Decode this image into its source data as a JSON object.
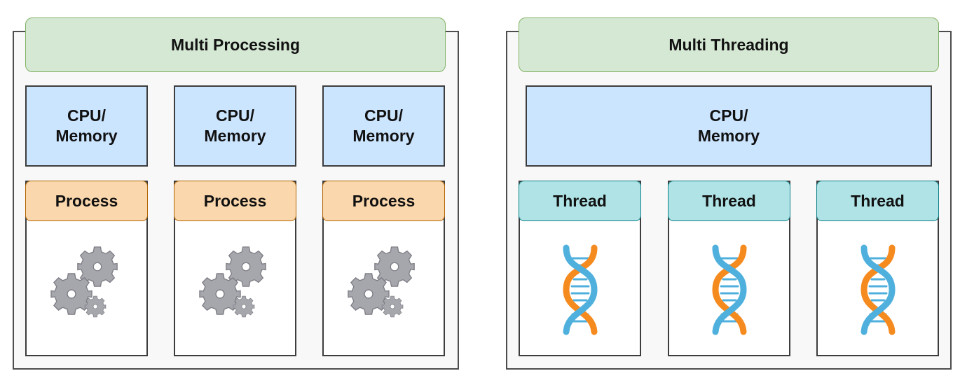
{
  "multi_processing": {
    "title": "Multi Processing",
    "cpu_memory": [
      {
        "line1": "CPU/",
        "line2": "Memory"
      },
      {
        "line1": "CPU/",
        "line2": "Memory"
      },
      {
        "line1": "CPU/",
        "line2": "Memory"
      }
    ],
    "units": [
      {
        "label": "Process",
        "icon": "gears-icon"
      },
      {
        "label": "Process",
        "icon": "gears-icon"
      },
      {
        "label": "Process",
        "icon": "gears-icon"
      }
    ]
  },
  "multi_threading": {
    "title": "Multi Threading",
    "cpu_memory": {
      "line1": "CPU/",
      "line2": "Memory"
    },
    "units": [
      {
        "label": "Thread",
        "icon": "dna-icon"
      },
      {
        "label": "Thread",
        "icon": "dna-icon"
      },
      {
        "label": "Thread",
        "icon": "dna-icon"
      }
    ]
  },
  "colors": {
    "title_fill": "#d5e8d4",
    "cpu_fill": "#cce5ff",
    "process_fill": "#fad7ac",
    "thread_fill": "#b0e3e6",
    "gear_fill": "#a6a6ad",
    "dna_orange": "#f58a1f",
    "dna_blue": "#4fb0dd"
  }
}
